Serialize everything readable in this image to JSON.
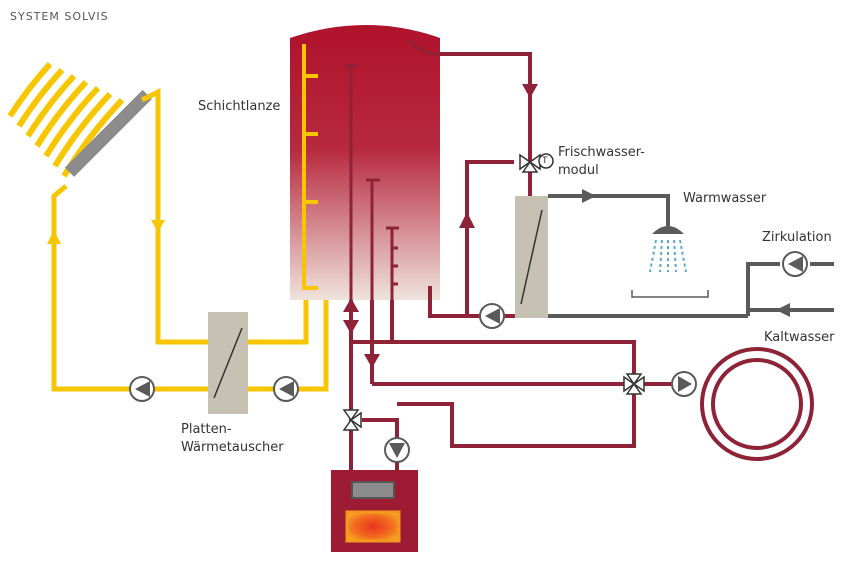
{
  "header": {
    "system_label": "SYSTEM SOLVIS"
  },
  "labels": {
    "schichtlanze": "Schichtlanze",
    "frischwasser_line1": "Frischwasser-",
    "frischwasser_line2": "modul",
    "warmwasser": "Warmwasser",
    "zirkulation": "Zirkulation",
    "kaltwasser": "Kaltwasser",
    "platten_line1": "Platten-",
    "platten_line2": "Wärmetauscher",
    "thermostat_symbol": "T"
  },
  "colors": {
    "solar_yellow": "#F7C600",
    "hot_red": "#8E2236",
    "tank_top": "#B0122B",
    "tank_bottom": "#EFE3DC",
    "cold_grey": "#5A5A5A",
    "exchanger_beige": "#C7C1B3",
    "shower_blue": "#5AA8D6",
    "boiler_red": "#9E1B34",
    "flame_orange": "#F39A1E"
  }
}
